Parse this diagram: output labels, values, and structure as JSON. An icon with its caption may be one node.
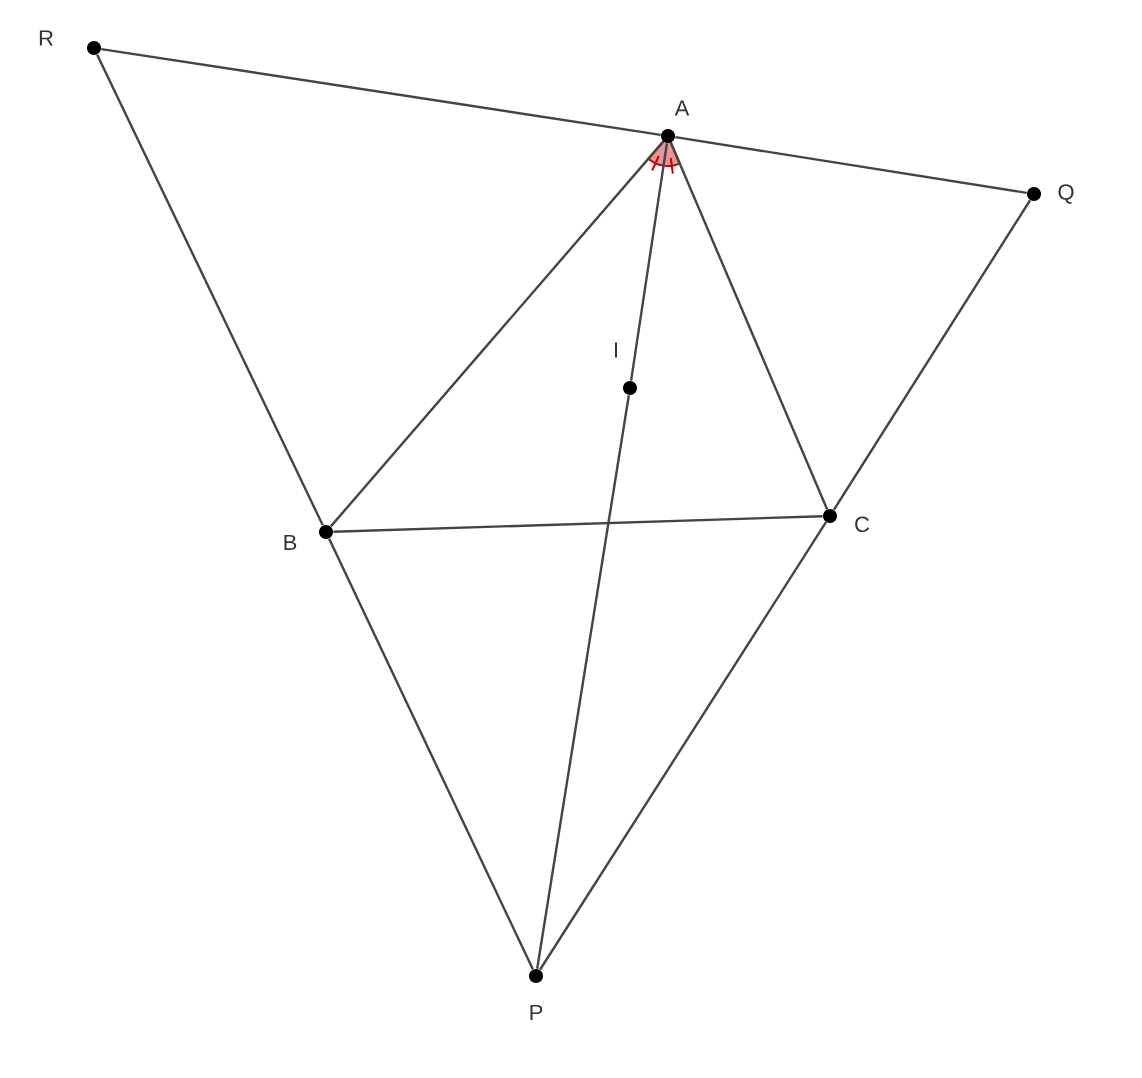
{
  "diagram": {
    "nodes": [
      {
        "text": [
          "R"
        ]
      },
      {
        "text": [
          "A"
        ]
      },
      {
        "text": [
          "Q"
        ]
      },
      {
        "text": [
          "I"
        ]
      },
      {
        "text": [
          "B"
        ]
      },
      {
        "text": [
          "C"
        ]
      },
      {
        "text": [
          "P"
        ]
      }
    ],
    "edges": [
      {
        "from": 0,
        "to": 1,
        "arrow": "none"
      },
      {
        "from": 1,
        "to": 2,
        "arrow": "none"
      },
      {
        "from": 0,
        "to": 4,
        "arrow": "none"
      },
      {
        "from": 4,
        "to": 6,
        "arrow": "none"
      },
      {
        "from": 1,
        "to": 4,
        "arrow": "none"
      },
      {
        "from": 1,
        "to": 5,
        "arrow": "none"
      },
      {
        "from": 4,
        "to": 5,
        "arrow": "none"
      },
      {
        "from": 2,
        "to": 5,
        "arrow": "none"
      },
      {
        "from": 5,
        "to": 6,
        "arrow": "none"
      },
      {
        "from": 1,
        "to": 3,
        "arrow": "none"
      },
      {
        "from": 3,
        "to": 6,
        "arrow": "none"
      }
    ]
  }
}
